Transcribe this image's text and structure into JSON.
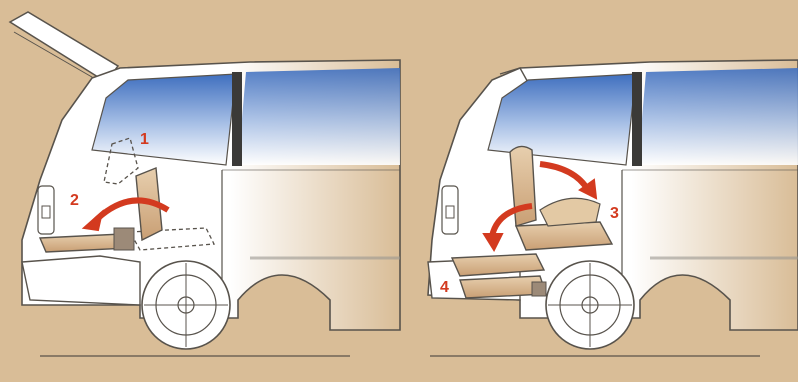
{
  "colors": {
    "background": "#d9bd97",
    "body_white": "#ffffff",
    "outline": "#58534c",
    "glass_blue": "#3f6fbf",
    "seat_tan": "#d5b18a",
    "arrow_red": "#d33a1f"
  },
  "steps": {
    "one": "1",
    "two": "2",
    "three": "3",
    "four": "4"
  },
  "icons": {
    "arrow": "curved-arrow-icon",
    "wheel": "wheel-icon"
  }
}
